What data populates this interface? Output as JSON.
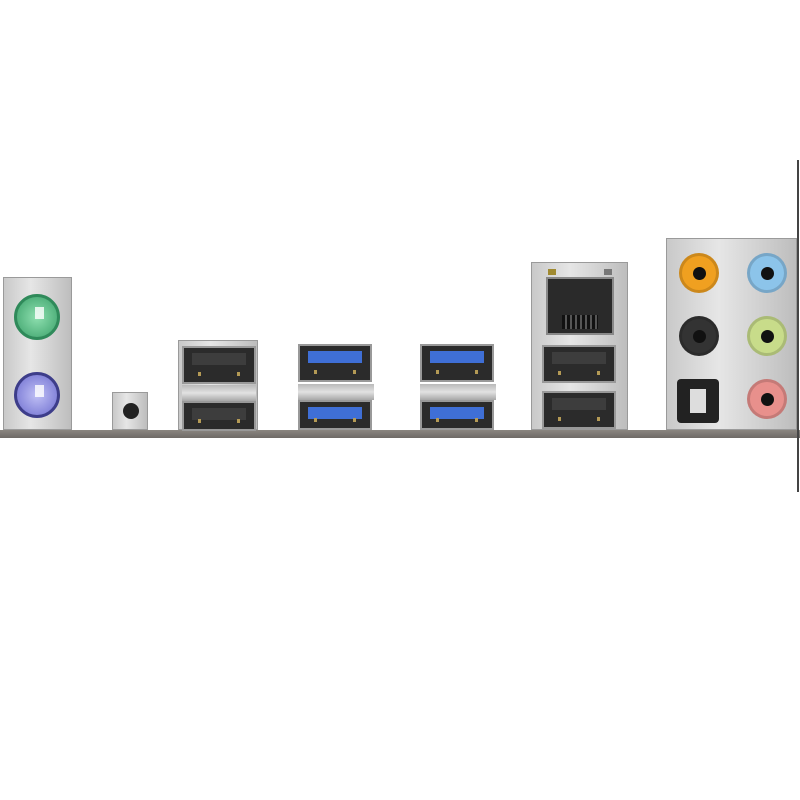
{
  "product": "motherboard-rear-io-panel",
  "ports": {
    "ps2_mouse": {
      "color": "#5cc08a"
    },
    "ps2_keyboard": {
      "color": "#8f8fe0"
    },
    "usb2_count": 2,
    "usb3_count": 4,
    "usb3_color": "#3f6fd6",
    "lan_usb_count": 2,
    "audio_jacks": [
      {
        "name": "center-sub",
        "color": "#f0a020"
      },
      {
        "name": "line-in",
        "color": "#8cc4ea"
      },
      {
        "name": "rear-speaker",
        "color": "#222222"
      },
      {
        "name": "front-speaker",
        "color": "#c8dc8a"
      },
      {
        "name": "optical-spdif",
        "color": "#333333"
      },
      {
        "name": "mic-in",
        "color": "#e8908c"
      }
    ]
  }
}
